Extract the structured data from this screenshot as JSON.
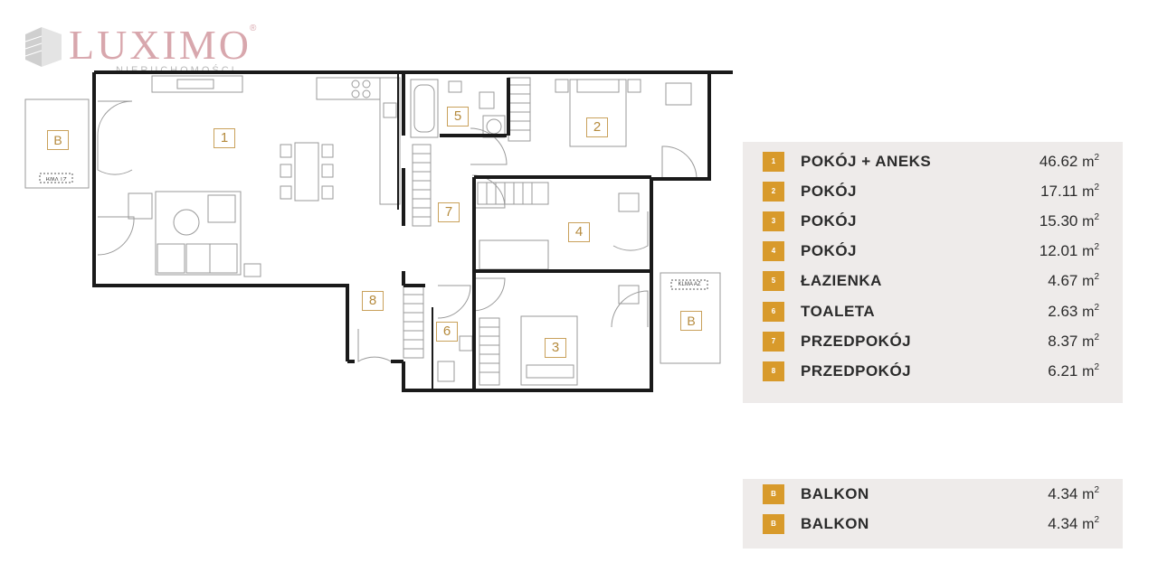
{
  "logo": {
    "name": "LUXIMO",
    "registered": "®",
    "tagline": "NIERUCHOMOŚCI"
  },
  "plan": {
    "rooms": [
      "1",
      "2",
      "3",
      "4",
      "5",
      "6",
      "7",
      "8"
    ],
    "balcony_label": "B",
    "balcony_tags": [
      "ZT VWЯ",
      "KLMA AZ"
    ]
  },
  "legend": {
    "rooms": [
      {
        "num": "1",
        "name": "POKÓJ + ANEKS",
        "area": "46.62",
        "unit": "m",
        "exp": "2"
      },
      {
        "num": "2",
        "name": "POKÓJ",
        "area": "17.11",
        "unit": "m",
        "exp": "2"
      },
      {
        "num": "3",
        "name": "POKÓJ",
        "area": "15.30",
        "unit": "m",
        "exp": "2"
      },
      {
        "num": "4",
        "name": "POKÓJ",
        "area": "12.01",
        "unit": "m",
        "exp": "2"
      },
      {
        "num": "5",
        "name": "ŁAZIENKA",
        "area": "4.67",
        "unit": "m",
        "exp": "2"
      },
      {
        "num": "6",
        "name": "TOALETA",
        "area": "2.63",
        "unit": "m",
        "exp": "2"
      },
      {
        "num": "7",
        "name": "PRZEDPOKÓJ",
        "area": "8.37",
        "unit": "m",
        "exp": "2"
      },
      {
        "num": "8",
        "name": "PRZEDPOKÓJ",
        "area": "6.21",
        "unit": "m",
        "exp": "2"
      }
    ],
    "balconies": [
      {
        "num": "B",
        "name": "BALKON",
        "area": "4.34",
        "unit": "m",
        "exp": "2"
      },
      {
        "num": "B",
        "name": "BALKON",
        "area": "4.34",
        "unit": "m",
        "exp": "2"
      }
    ]
  },
  "colors": {
    "accent": "#d89a2b",
    "wall": "#1a1a1a",
    "legend_bg": "#eeebea",
    "logo": "#d8a7ad"
  }
}
